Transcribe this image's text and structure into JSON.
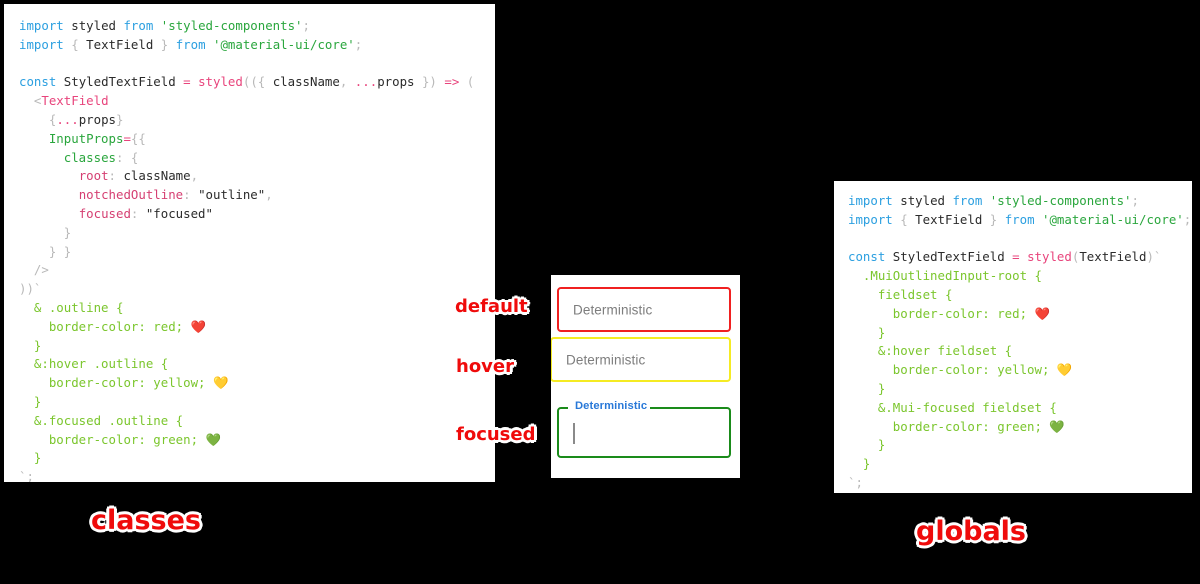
{
  "left_panel": {
    "name": "classes-approach-code",
    "lines": [
      [
        {
          "t": "import",
          "c": "kw"
        },
        {
          "t": " ",
          "c": "punc"
        },
        {
          "t": "styled",
          "c": "def"
        },
        {
          "t": " ",
          "c": "punc"
        },
        {
          "t": "from",
          "c": "kw"
        },
        {
          "t": " ",
          "c": "punc"
        },
        {
          "t": "'styled-components'",
          "c": "str"
        },
        {
          "t": ";",
          "c": "punc"
        }
      ],
      [
        {
          "t": "import",
          "c": "kw"
        },
        {
          "t": " ",
          "c": "punc"
        },
        {
          "t": "{",
          "c": "punc"
        },
        {
          "t": " TextField ",
          "c": "def"
        },
        {
          "t": "}",
          "c": "punc"
        },
        {
          "t": " ",
          "c": "punc"
        },
        {
          "t": "from",
          "c": "kw"
        },
        {
          "t": " ",
          "c": "punc"
        },
        {
          "t": "'@material-ui/core'",
          "c": "str"
        },
        {
          "t": ";",
          "c": "punc"
        }
      ],
      [],
      [
        {
          "t": "const",
          "c": "kw"
        },
        {
          "t": " ",
          "c": "punc"
        },
        {
          "t": "StyledTextField",
          "c": "def"
        },
        {
          "t": " ",
          "c": "punc"
        },
        {
          "t": "=",
          "c": "op"
        },
        {
          "t": " ",
          "c": "punc"
        },
        {
          "t": "styled",
          "c": "fn"
        },
        {
          "t": "((",
          "c": "punc"
        },
        {
          "t": "{",
          "c": "punc"
        },
        {
          "t": " className",
          "c": "def"
        },
        {
          "t": ",",
          "c": "punc"
        },
        {
          "t": " ",
          "c": "punc"
        },
        {
          "t": "...",
          "c": "op"
        },
        {
          "t": "props ",
          "c": "def"
        },
        {
          "t": "}",
          "c": "punc"
        },
        {
          "t": ")",
          "c": "punc"
        },
        {
          "t": " ",
          "c": "punc"
        },
        {
          "t": "=>",
          "c": "op"
        },
        {
          "t": " ",
          "c": "punc"
        },
        {
          "t": "(",
          "c": "punc"
        }
      ],
      [
        {
          "t": "  ",
          "c": "punc"
        },
        {
          "t": "<",
          "c": "punc"
        },
        {
          "t": "TextField",
          "c": "tag"
        }
      ],
      [
        {
          "t": "    ",
          "c": "punc"
        },
        {
          "t": "{",
          "c": "punc"
        },
        {
          "t": "...",
          "c": "op"
        },
        {
          "t": "props",
          "c": "def"
        },
        {
          "t": "}",
          "c": "punc"
        }
      ],
      [
        {
          "t": "    ",
          "c": "punc"
        },
        {
          "t": "InputProps",
          "c": "attr"
        },
        {
          "t": "=",
          "c": "op"
        },
        {
          "t": "{{",
          "c": "punc"
        }
      ],
      [
        {
          "t": "      ",
          "c": "punc"
        },
        {
          "t": "classes",
          "c": "attr"
        },
        {
          "t": ":",
          "c": "punc"
        },
        {
          "t": " ",
          "c": "punc"
        },
        {
          "t": "{",
          "c": "punc"
        }
      ],
      [
        {
          "t": "        ",
          "c": "punc"
        },
        {
          "t": "root",
          "c": "prop"
        },
        {
          "t": ":",
          "c": "punc"
        },
        {
          "t": " className",
          "c": "def"
        },
        {
          "t": ",",
          "c": "punc"
        }
      ],
      [
        {
          "t": "        ",
          "c": "punc"
        },
        {
          "t": "notchedOutline",
          "c": "prop"
        },
        {
          "t": ":",
          "c": "punc"
        },
        {
          "t": " ",
          "c": "punc"
        },
        {
          "t": "\"outline\"",
          "c": "def"
        },
        {
          "t": ",",
          "c": "punc"
        }
      ],
      [
        {
          "t": "        ",
          "c": "punc"
        },
        {
          "t": "focused",
          "c": "prop"
        },
        {
          "t": ":",
          "c": "punc"
        },
        {
          "t": " ",
          "c": "punc"
        },
        {
          "t": "\"focused\"",
          "c": "def"
        }
      ],
      [
        {
          "t": "      ",
          "c": "punc"
        },
        {
          "t": "}",
          "c": "punc"
        }
      ],
      [
        {
          "t": "    ",
          "c": "punc"
        },
        {
          "t": "} }",
          "c": "punc"
        }
      ],
      [
        {
          "t": "  ",
          "c": "punc"
        },
        {
          "t": "/>",
          "c": "punc"
        }
      ],
      [
        {
          "t": "))`",
          "c": "punc"
        }
      ],
      [
        {
          "t": "  ",
          "c": "punc"
        },
        {
          "t": "& .outline {",
          "c": "sel"
        }
      ],
      [
        {
          "t": "    ",
          "c": "punc"
        },
        {
          "t": "border-color: red; ",
          "c": "css"
        },
        {
          "t": "❤️",
          "c": "emoji"
        }
      ],
      [
        {
          "t": "  ",
          "c": "punc"
        },
        {
          "t": "}",
          "c": "sel"
        }
      ],
      [
        {
          "t": "  ",
          "c": "punc"
        },
        {
          "t": "&:hover .outline {",
          "c": "sel"
        }
      ],
      [
        {
          "t": "    ",
          "c": "punc"
        },
        {
          "t": "border-color: yellow; ",
          "c": "css"
        },
        {
          "t": "💛",
          "c": "emoji"
        }
      ],
      [
        {
          "t": "  ",
          "c": "punc"
        },
        {
          "t": "}",
          "c": "sel"
        }
      ],
      [
        {
          "t": "  ",
          "c": "punc"
        },
        {
          "t": "&.focused .outline {",
          "c": "sel"
        }
      ],
      [
        {
          "t": "    ",
          "c": "punc"
        },
        {
          "t": "border-color: green; ",
          "c": "css"
        },
        {
          "t": "💚",
          "c": "emoji"
        }
      ],
      [
        {
          "t": "  ",
          "c": "punc"
        },
        {
          "t": "}",
          "c": "sel"
        }
      ],
      [
        {
          "t": "`;",
          "c": "punc"
        }
      ]
    ]
  },
  "right_panel": {
    "name": "globals-approach-code",
    "lines": [
      [
        {
          "t": "import",
          "c": "kw"
        },
        {
          "t": " ",
          "c": "punc"
        },
        {
          "t": "styled",
          "c": "def"
        },
        {
          "t": " ",
          "c": "punc"
        },
        {
          "t": "from",
          "c": "kw"
        },
        {
          "t": " ",
          "c": "punc"
        },
        {
          "t": "'styled-components'",
          "c": "str"
        },
        {
          "t": ";",
          "c": "punc"
        }
      ],
      [
        {
          "t": "import",
          "c": "kw"
        },
        {
          "t": " ",
          "c": "punc"
        },
        {
          "t": "{",
          "c": "punc"
        },
        {
          "t": " TextField ",
          "c": "def"
        },
        {
          "t": "}",
          "c": "punc"
        },
        {
          "t": " ",
          "c": "punc"
        },
        {
          "t": "from",
          "c": "kw"
        },
        {
          "t": " ",
          "c": "punc"
        },
        {
          "t": "'@material-ui/core'",
          "c": "str"
        },
        {
          "t": ";",
          "c": "punc"
        }
      ],
      [],
      [
        {
          "t": "const",
          "c": "kw"
        },
        {
          "t": " ",
          "c": "punc"
        },
        {
          "t": "StyledTextField",
          "c": "def"
        },
        {
          "t": " ",
          "c": "punc"
        },
        {
          "t": "=",
          "c": "op"
        },
        {
          "t": " ",
          "c": "punc"
        },
        {
          "t": "styled",
          "c": "fn"
        },
        {
          "t": "(",
          "c": "punc"
        },
        {
          "t": "TextField",
          "c": "def"
        },
        {
          "t": ")`",
          "c": "punc"
        }
      ],
      [
        {
          "t": "  ",
          "c": "punc"
        },
        {
          "t": ".MuiOutlinedInput-root {",
          "c": "sel"
        }
      ],
      [
        {
          "t": "    ",
          "c": "punc"
        },
        {
          "t": "fieldset {",
          "c": "sel"
        }
      ],
      [
        {
          "t": "      ",
          "c": "punc"
        },
        {
          "t": "border-color: red; ",
          "c": "css"
        },
        {
          "t": "❤️",
          "c": "emoji"
        }
      ],
      [
        {
          "t": "    ",
          "c": "punc"
        },
        {
          "t": "}",
          "c": "sel"
        }
      ],
      [
        {
          "t": "    ",
          "c": "punc"
        },
        {
          "t": "&:hover fieldset {",
          "c": "sel"
        }
      ],
      [
        {
          "t": "      ",
          "c": "punc"
        },
        {
          "t": "border-color: yellow; ",
          "c": "css"
        },
        {
          "t": "💛",
          "c": "emoji"
        }
      ],
      [
        {
          "t": "    ",
          "c": "punc"
        },
        {
          "t": "}",
          "c": "sel"
        }
      ],
      [
        {
          "t": "    ",
          "c": "punc"
        },
        {
          "t": "&.Mui-focused fieldset {",
          "c": "sel"
        }
      ],
      [
        {
          "t": "      ",
          "c": "punc"
        },
        {
          "t": "border-color: green; ",
          "c": "css"
        },
        {
          "t": "💚",
          "c": "emoji"
        }
      ],
      [
        {
          "t": "    ",
          "c": "punc"
        },
        {
          "t": "}",
          "c": "sel"
        }
      ],
      [
        {
          "t": "  ",
          "c": "punc"
        },
        {
          "t": "}",
          "c": "sel"
        }
      ],
      [
        {
          "t": "`;",
          "c": "punc"
        }
      ]
    ]
  },
  "demo": {
    "fields": [
      {
        "state": "default",
        "value": "Deterministic",
        "border_color": "#f02020"
      },
      {
        "state": "hover",
        "value": "Deterministic",
        "border_color": "#f5eb23"
      },
      {
        "state": "focused",
        "value": "",
        "label": "Deterministic",
        "border_color": "#1a8b1a",
        "label_color": "#2878d8"
      }
    ]
  },
  "annotations": {
    "default_label": "default",
    "hover_label": "hover",
    "focused_label": "focused",
    "classes_caption": "classes",
    "globals_caption": "globals",
    "label_color": "#ef0b0b"
  }
}
